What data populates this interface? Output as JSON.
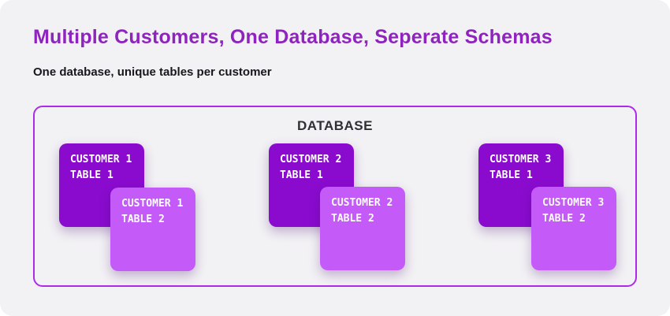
{
  "header": {
    "title": "Multiple Customers, One Database, Seperate Schemas",
    "subtitle": "One database, unique tables per customer"
  },
  "database": {
    "label": "DATABASE",
    "groups": [
      {
        "cards": [
          {
            "variant": "dark",
            "lines": [
              "CUSTOMER 1",
              "TABLE 1"
            ]
          },
          {
            "variant": "light",
            "lines": [
              "CUSTOMER 1",
              "TABLE 2"
            ]
          }
        ]
      },
      {
        "cards": [
          {
            "variant": "dark",
            "lines": [
              "CUSTOMER 2",
              "TABLE 1"
            ]
          },
          {
            "variant": "light",
            "lines": [
              "CUSTOMER 2",
              "TABLE 2"
            ]
          }
        ]
      },
      {
        "cards": [
          {
            "variant": "dark",
            "lines": [
              "CUSTOMER 3",
              "TABLE 1"
            ]
          },
          {
            "variant": "light",
            "lines": [
              "CUSTOMER 3",
              "TABLE 2"
            ]
          }
        ]
      }
    ]
  },
  "colors": {
    "title": "#8E24BD",
    "database_border": "#AC2BE8",
    "card_dark": "#8A0BCE",
    "card_light": "#C45AF7",
    "panel_background": "#F2F1F4"
  }
}
